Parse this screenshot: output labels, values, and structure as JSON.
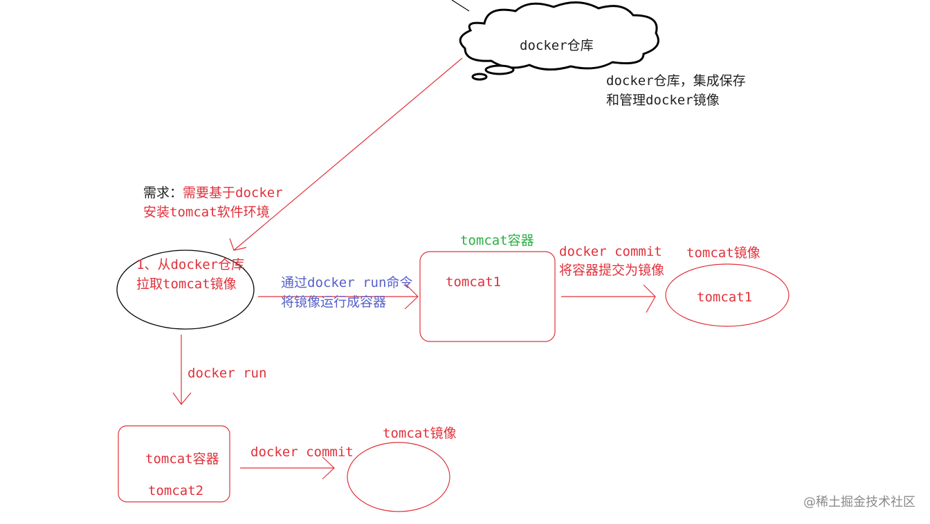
{
  "cloud": {
    "label": "docker仓库",
    "note_line1": "docker仓库，集成保存",
    "note_line2": "和管理docker镜像"
  },
  "requirement": {
    "prefix": "需求：",
    "line1_rest": "需要基于docker",
    "line2": "安装tomcat软件环境"
  },
  "step1": {
    "line1": "1、从docker仓库",
    "line2": "拉取tomcat镜像"
  },
  "run_arrow": {
    "line1": "通过docker run命令",
    "line2": "将镜像运行成容器"
  },
  "container1": {
    "title": "tomcat容器",
    "name": "tomcat1"
  },
  "commit1": {
    "line1": "docker commit",
    "line2": "将容器提交为镜像"
  },
  "image1": {
    "title": "tomcat镜像",
    "name": "tomcat1"
  },
  "down_arrow": {
    "label": "docker run"
  },
  "container2": {
    "title": "tomcat容器",
    "name": "tomcat2"
  },
  "commit2": {
    "label": "docker commit"
  },
  "image2": {
    "title": "tomcat镜像"
  },
  "watermark": "@稀土掘金技术社区",
  "colors": {
    "red": "#e0303a",
    "black": "#1f1f1f",
    "blue": "#5560c8",
    "green": "#28b040"
  }
}
